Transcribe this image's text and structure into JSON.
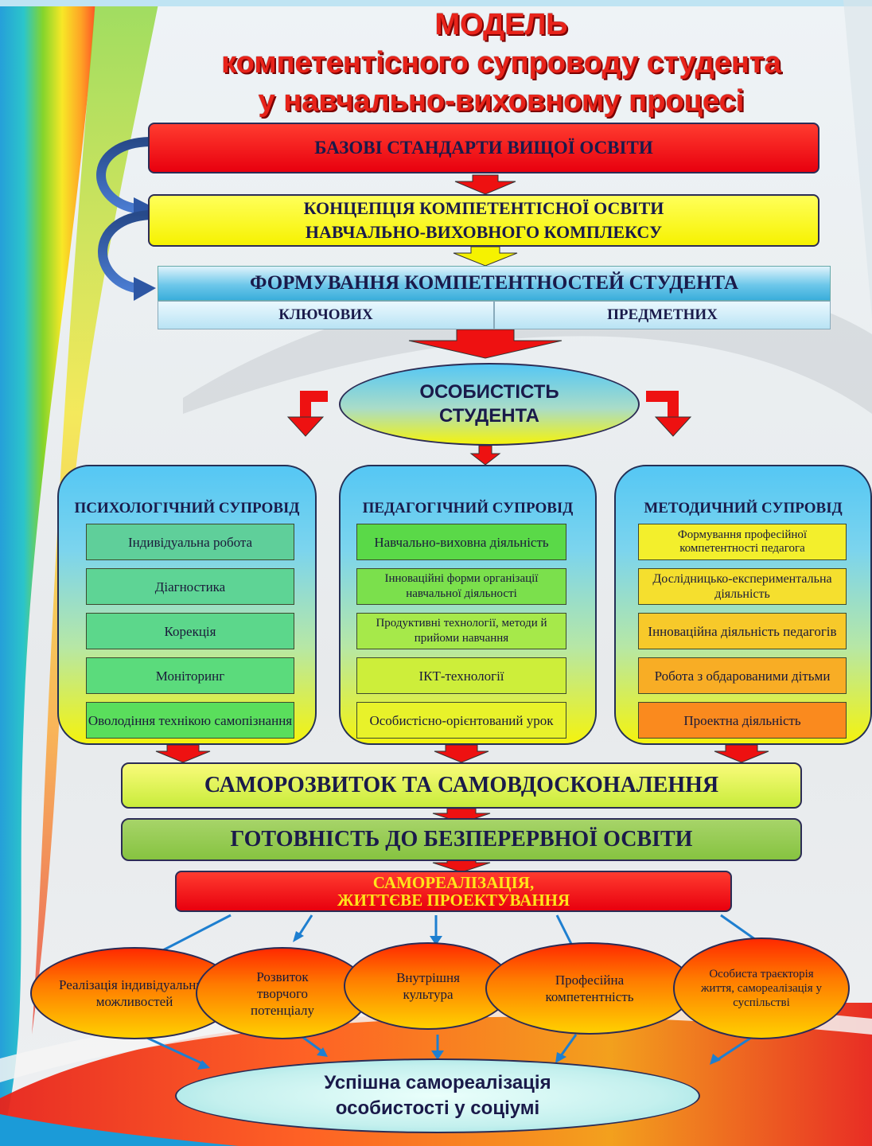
{
  "title": {
    "line1": "МОДЕЛЬ",
    "line2": "компетентісного супроводу студента",
    "line3": "у навчально-виховному процесі"
  },
  "boxes": {
    "standards": "БАЗОВІ СТАНДАРТИ ВИЩОЇ ОСВІТИ",
    "concept_line1": "КОНЦЕПЦІЯ КОМПЕТЕНТІСНОЇ ОСВІТИ",
    "concept_line2": "НАВЧАЛЬНО-ВИХОВНОГО КОМПЛЕКСУ",
    "formation": "ФОРМУВАННЯ  КОМПЕТЕНТНОСТЕЙ СТУДЕНТА",
    "key": "КЛЮЧОВИХ",
    "subject": "ПРЕДМЕТНИХ",
    "personality_line1": "ОСОБИСТІСТЬ",
    "personality_line2": "СТУДЕНТА",
    "self_development": "САМОРОЗВИТОК ТА САМОВДОСКОНАЛЕННЯ",
    "readiness": "ГОТОВНІСТЬ ДО БЕЗПЕРЕРВНОЇ ОСВІТИ",
    "self_realization_line1": "САМОРЕАЛІЗАЦІЯ,",
    "self_realization_line2": "ЖИТТЄВЕ  ПРОЕКТУВАННЯ",
    "success_line1": "Успішна самореалізація",
    "success_line2": "особистості у соціумі"
  },
  "panels": {
    "psych": {
      "title": "ПСИХОЛОГІЧНИЙ СУПРОВІД",
      "items": [
        "Індивідуальна робота",
        "Діагностика",
        "Корекція",
        "Моніторинг",
        "Оволодіння технікою самопізнання"
      ]
    },
    "ped": {
      "title": "ПЕДАГОГІЧНИЙ СУПРОВІД",
      "items": [
        "Навчально-виховна діяльність",
        "Інноваційні форми організації навчальної діяльності",
        "Продуктивні технології, методи й прийоми навчання",
        "ІКТ-технології",
        "Особистісно-орієнтований урок"
      ]
    },
    "meth": {
      "title": "МЕТОДИЧНИЙ СУПРОВІД",
      "items": [
        "Формування професійної компетентності педагога",
        "Дослідницько-експериментальна діяльність",
        "Інноваційна діяльність педагогів",
        "Робота з обдарованими дітьми",
        "Проектна діяльність"
      ]
    }
  },
  "outcomes": [
    "Реалізація індивідуальних можливостей",
    "Розвиток творчого потенціалу",
    "Внутрішня культура",
    "Професійна компетентність",
    "Особиста траєкторія життя, самореалізація у суспільстві"
  ],
  "colors": {
    "title": "#e8231a",
    "red": "#ee1111",
    "yellow": "#f6f200",
    "blue": "#3aaedb",
    "green": "#8cc84b",
    "navy": "#1a1a4a"
  }
}
